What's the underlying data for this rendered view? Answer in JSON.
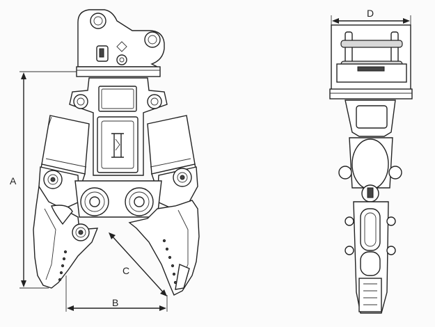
{
  "dimensions": {
    "a_label": "A",
    "b_label": "B",
    "c_label": "C",
    "d_label": "D"
  }
}
